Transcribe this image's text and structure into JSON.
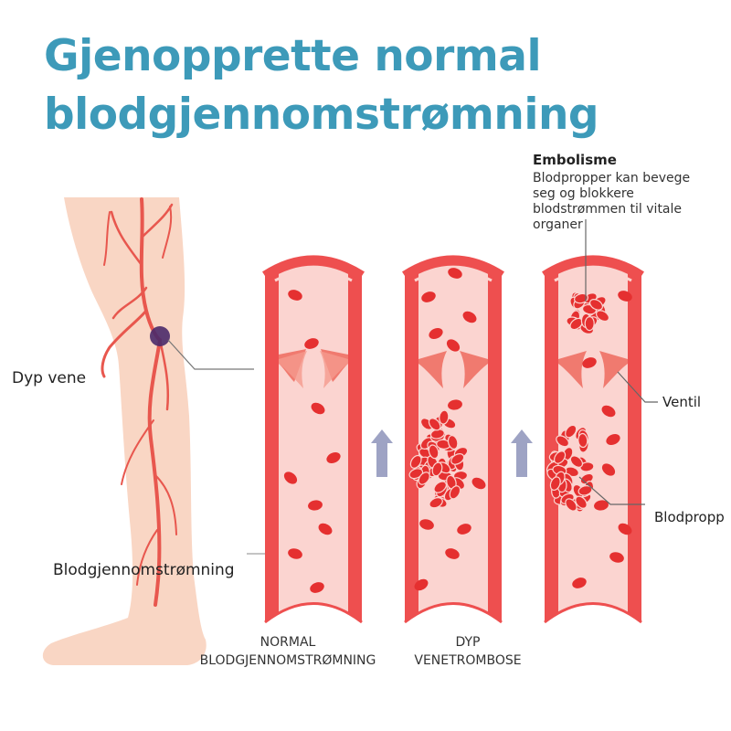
{
  "title": {
    "line1": "Gjenopprette normal",
    "line2": "blodgjennomstrømning"
  },
  "labels": {
    "embolism_title": "Embolisme",
    "embolism_desc": "Blodpropper kan bevege\nseg og blokkere\nblodstrømmen til vitale\norganer",
    "deep_vein": "Dyp vene",
    "blood_flow": "Blodgjennomstrømning",
    "valve": "Ventil",
    "clot": "Blodpropp"
  },
  "captions": {
    "normal": "NORMAL\nBLODGJENNOMSTRØMNING",
    "dvt": "DYP\nVENETROMBOSE"
  },
  "colors": {
    "title": "#3d9ab9",
    "skin": "#f9d6c4",
    "vein": "#e8574e",
    "vessel_wall": "#ee4f4f",
    "vessel_interior": "#fbd4d0",
    "blood_cell": "#e53030",
    "clot_marker": "#4a2a6a",
    "flow_arrow": "#9ea3c4"
  },
  "icons": {
    "flow_arrow": "up-arrow-icon"
  }
}
